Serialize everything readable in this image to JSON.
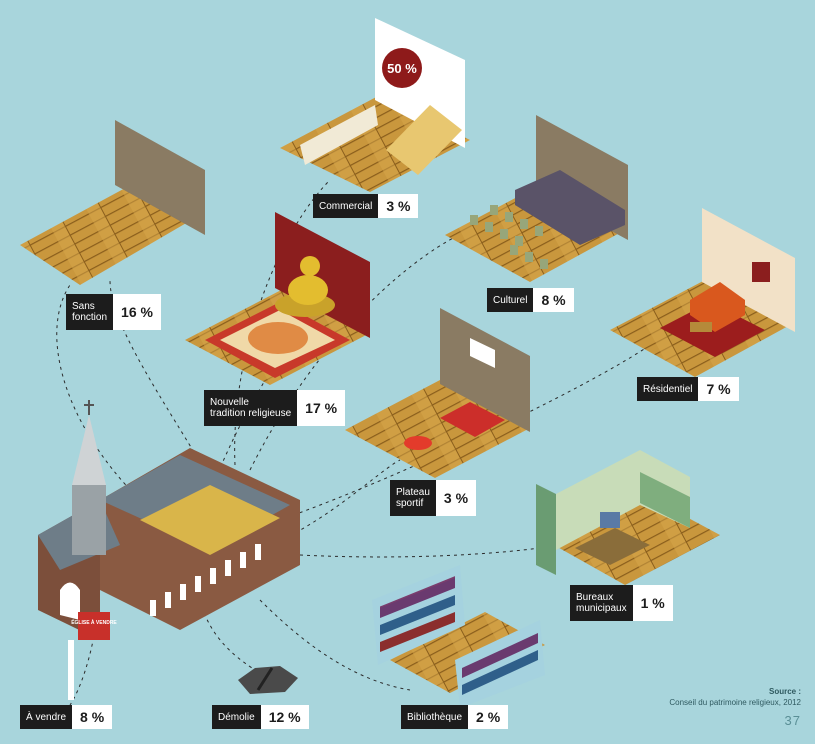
{
  "chart_data": {
    "type": "table",
    "categories": [
      "À vendre",
      "Démolie",
      "Sans fonction",
      "Nouvelle tradition religieuse",
      "Commercial",
      "Culturel",
      "Résidentiel",
      "Plateau sportif",
      "Bureaux municipaux",
      "Bibliothèque"
    ],
    "values": [
      8,
      12,
      16,
      17,
      3,
      8,
      7,
      3,
      1,
      2
    ],
    "unit": "%"
  },
  "items": [
    {
      "name": "Sans\nfonction",
      "pct": "16 %"
    },
    {
      "name": "Commercial",
      "pct": "3 %"
    },
    {
      "name": "Culturel",
      "pct": "8 %"
    },
    {
      "name": "Nouvelle\ntradition religieuse",
      "pct": "17 %"
    },
    {
      "name": "Résidentiel",
      "pct": "7 %"
    },
    {
      "name": "Plateau\nsportif",
      "pct": "3 %"
    },
    {
      "name": "Bureaux\nmunicipaux",
      "pct": "1 %"
    },
    {
      "name": "À vendre",
      "pct": "8 %"
    },
    {
      "name": "Démolie",
      "pct": "12 %"
    },
    {
      "name": "Bibliothèque",
      "pct": "2 %"
    }
  ],
  "sign_text": "ÉGLISE À VENDRE",
  "sale_badge": "50 %",
  "source": {
    "title": "Source :",
    "text": "Conseil du patrimoine religieux, 2012"
  },
  "page_number": "37"
}
